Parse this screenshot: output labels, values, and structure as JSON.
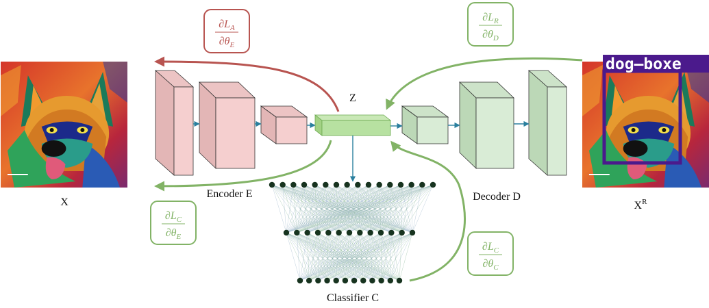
{
  "labels": {
    "input": "X",
    "reconstruction": "X",
    "reconstruction_superscript": "R",
    "encoder": "Encoder E",
    "decoder": "Decoder D",
    "latent": "Z",
    "classifier": "Classifier C"
  },
  "gradients": {
    "adversarial": {
      "numerator": "∂L",
      "num_sub": "A",
      "denominator": "∂θ",
      "den_sub": "E",
      "color": "#b85450"
    },
    "reconstruction": {
      "numerator": "∂L",
      "num_sub": "R",
      "denominator": "∂θ",
      "den_sub": "D",
      "color": "#82b366"
    },
    "classifier_encoder": {
      "numerator": "∂L",
      "num_sub": "C",
      "denominator": "∂θ",
      "den_sub": "E",
      "color": "#82b366"
    },
    "classifier": {
      "numerator": "∂L",
      "num_sub": "C",
      "denominator": "∂θ",
      "den_sub": "C",
      "color": "#82b366"
    }
  },
  "annotation": {
    "label": "dog—boxe",
    "color": "#4b1a8c"
  },
  "classifier_layers": {
    "nodes": [
      16,
      13,
      12
    ]
  },
  "colors": {
    "encoder_front": "#f5cfcf",
    "encoder_side": "#e3b6b6",
    "encoder_top": "#ecc4c4",
    "decoder_front": "#d9ecd6",
    "decoder_side": "#bcd8b7",
    "decoder_top": "#cde3c9",
    "latent": "#b7e1a1",
    "arrow_blue": "#2a7f9e",
    "node": "#17331f"
  }
}
